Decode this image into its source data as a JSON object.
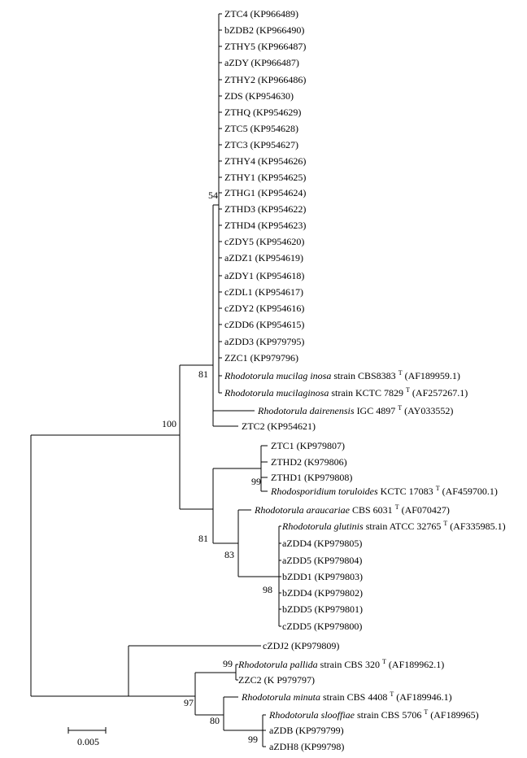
{
  "figure": {
    "type": "phylogenetic-tree",
    "scale_bar": {
      "label": "0.005"
    }
  },
  "bootstrap_values": {
    "n54": "54",
    "n81a": "81",
    "n100": "100",
    "n99a": "99",
    "n81b": "81",
    "n83": "83",
    "n98": "98",
    "n99b": "99",
    "n97": "97",
    "n80": "80",
    "n99c": "99"
  },
  "taxa": [
    {
      "name": "ZTC4 (KP966489)"
    },
    {
      "name": "bZDB2 (KP966490)"
    },
    {
      "name": "ZTHY5 (KP966487)"
    },
    {
      "name": "aZDY (KP966487)"
    },
    {
      "name": "ZTHY2 (KP966486)"
    },
    {
      "name": "ZDS (KP954630)"
    },
    {
      "name": "ZTHQ (KP954629)"
    },
    {
      "name": "ZTC5 (KP954628)"
    },
    {
      "name": "ZTC3 (KP954627)"
    },
    {
      "name": "ZTHY4 (KP954626)"
    },
    {
      "name": "ZTHY1 (KP954625)"
    },
    {
      "name": "ZTHG1 (KP954624)"
    },
    {
      "name": "ZTHD3 (KP954622)"
    },
    {
      "name": "ZTHD4 (KP954623)"
    },
    {
      "name": "cZDY5 (KP954620)"
    },
    {
      "name": "aZDZ1 (KP954619)"
    },
    {
      "name": "aZDY1 (KP954618)"
    },
    {
      "name": "cZDL1 (KP954617)"
    },
    {
      "name": "cZDY2 (KP954616)"
    },
    {
      "name": "cZDD6 (KP954615)"
    },
    {
      "name": "aZDD3 (KP979795)"
    },
    {
      "name": "ZZC1 (KP979796)"
    },
    {
      "species": "Rhodotorula mucilag inosa",
      "rest": " strain CBS8383",
      "sup": "T",
      "acc": " (AF189959.1)"
    },
    {
      "species": "Rhodotorula mucilaginosa",
      "rest": " strain KCTC 7829",
      "sup": "T",
      "acc": " (AF257267.1)"
    },
    {
      "species": "Rhodotorula dairenensis",
      "rest": " IGC 4897",
      "sup": "T",
      "acc": " (AY033552)"
    },
    {
      "name": "ZTC2 (KP954621)"
    },
    {
      "name": "ZTC1 (KP979807)"
    },
    {
      "name": "ZTHD2 (K979806)"
    },
    {
      "name": "ZTHD1 (KP979808)"
    },
    {
      "species": "Rhodosporidium toruloides",
      "rest": " KCTC 17083",
      "sup": "T",
      "acc": " (AF459700.1)"
    },
    {
      "species": "Rhodotorula araucariae",
      "rest": " CBS 6031",
      "sup": "T",
      "acc": " (AF070427)"
    },
    {
      "species": "Rhodotorula glutinis",
      "rest": " strain ATCC 32765",
      "sup": "T",
      "acc": " (AF335985.1)"
    },
    {
      "name": "aZDD4 (KP979805)"
    },
    {
      "name": "aZDD5 (KP979804)"
    },
    {
      "name": "bZDD1 (KP979803)"
    },
    {
      "name": "bZDD4 (KP979802)"
    },
    {
      "name": "bZDD5 (KP979801)"
    },
    {
      "name": "cZDD5 (KP979800)"
    },
    {
      "name": "cZDJ2 (KP979809)"
    },
    {
      "species": "Rhodotorula pallida",
      "rest": " strain CBS 320",
      "sup": "T",
      "acc": " (AF189962.1)"
    },
    {
      "name": "ZZC2 (K P979797)"
    },
    {
      "species": "Rhodotorula minuta",
      "rest": " strain CBS 4408",
      "sup": "T",
      "acc": " (AF189946.1)"
    },
    {
      "species": "Rhodotorula slooffiae",
      "rest": " strain CBS 5706",
      "sup": "T",
      "acc": " (AF189965)"
    },
    {
      "name": "aZDB (KP979799)"
    },
    {
      "name": "aZDH8 (KP99798)"
    }
  ]
}
